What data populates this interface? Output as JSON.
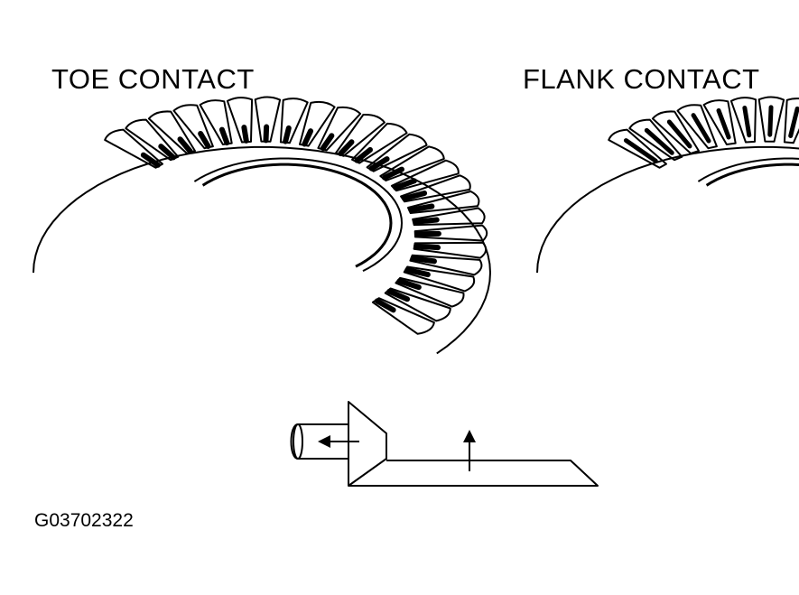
{
  "diagram": {
    "left_gear": {
      "title": "TOE CONTACT",
      "contact_pattern": "toe"
    },
    "right_gear": {
      "title": "FLANK CONTACT",
      "contact_pattern": "flank"
    },
    "figure_code": "G03702322"
  },
  "colors": {
    "ink": "#000000",
    "background": "#ffffff"
  },
  "icons": [
    "ring-gear-icon",
    "pinion-gear-icon",
    "arrow-left-icon",
    "arrow-up-icon"
  ]
}
